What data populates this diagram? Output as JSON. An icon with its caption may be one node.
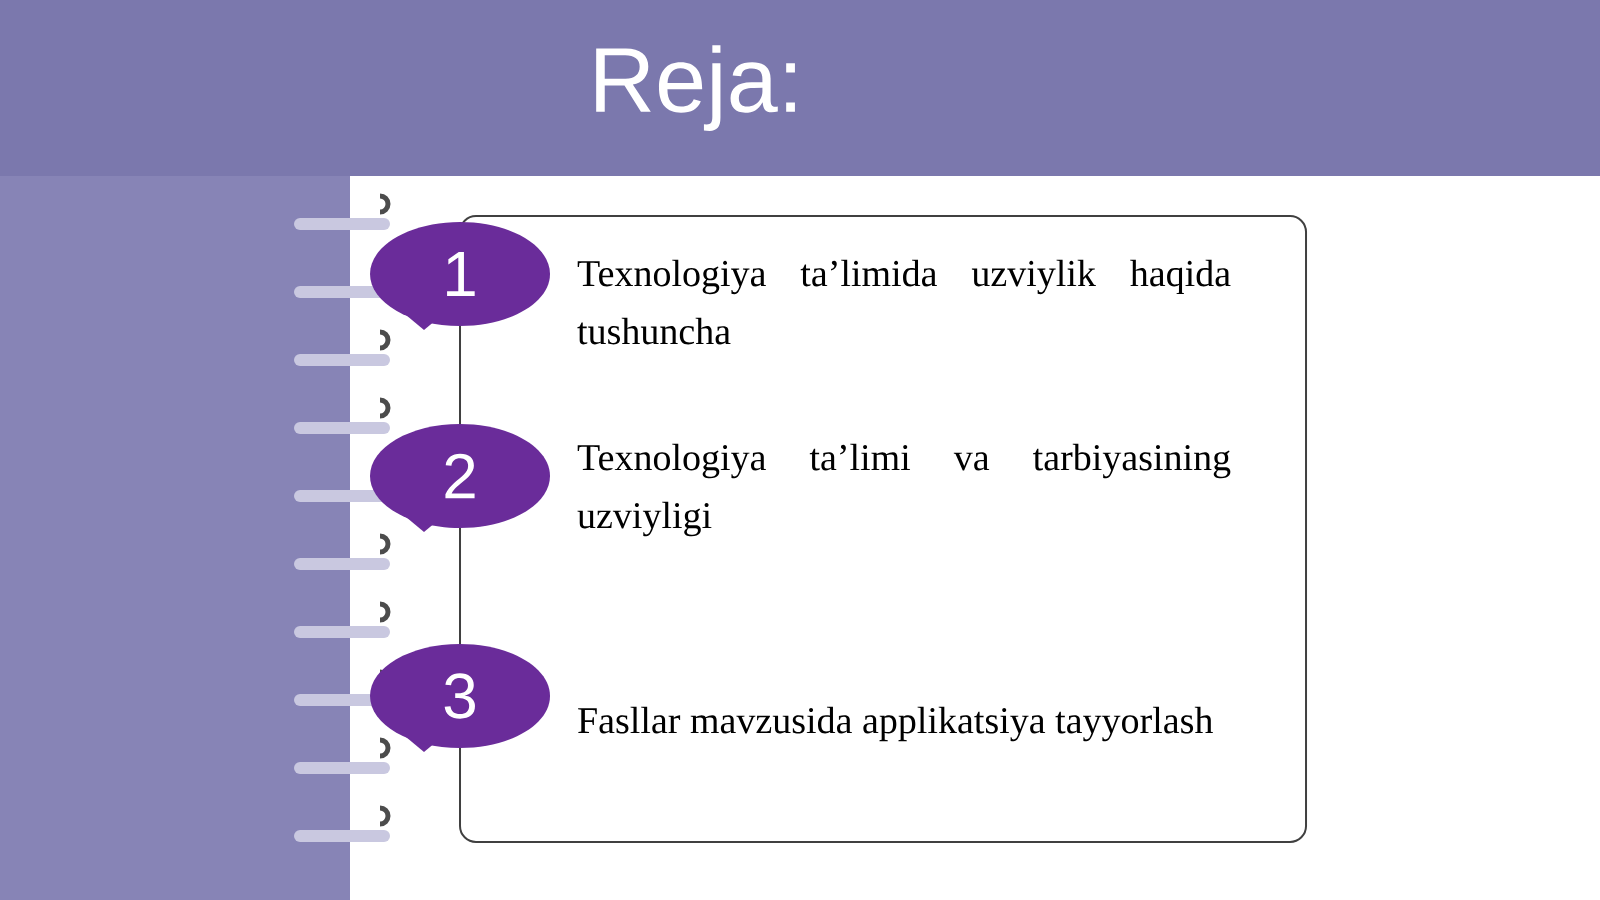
{
  "diagram": {
    "title": "Reja:",
    "nodes": [
      {
        "text": [
          "1"
        ],
        "beside": [
          "Texnologiya ta’limida uzviylik haqida tushuncha"
        ]
      },
      {
        "text": [
          "2"
        ],
        "beside": [
          "Texnologiya ta’limi va tarbiyasining uzviyligi"
        ]
      },
      {
        "text": [
          "3"
        ],
        "beside": [
          "Fasllar mavzusida applikatsiya tayyorlash"
        ]
      }
    ]
  }
}
